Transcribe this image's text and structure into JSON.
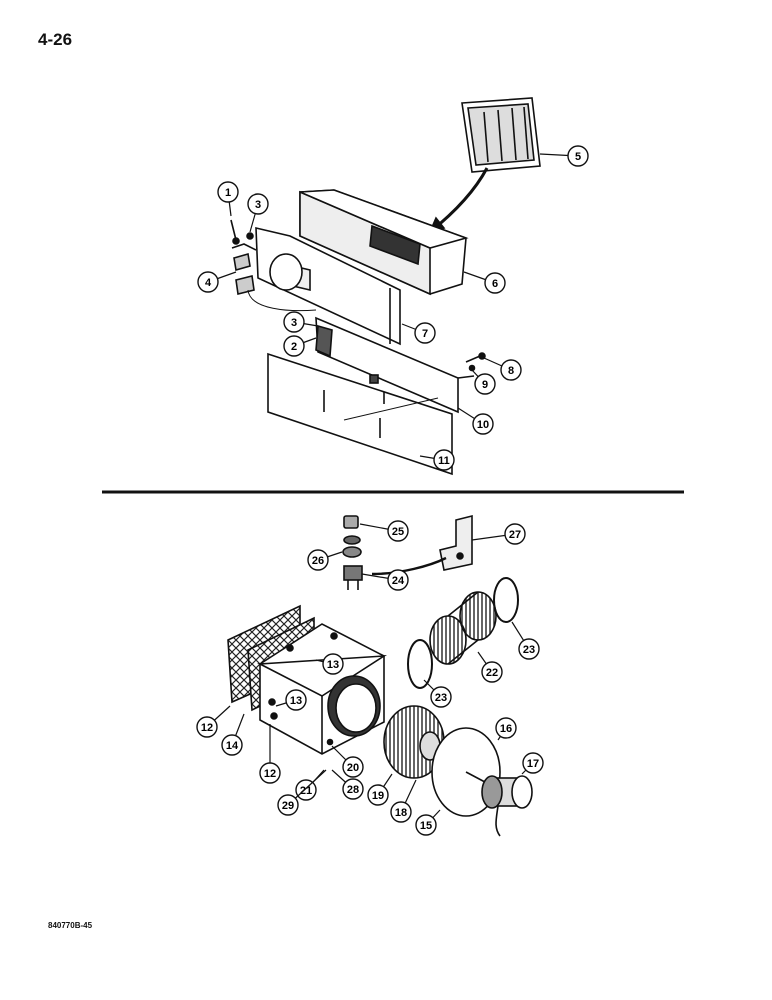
{
  "page_number": "4-26",
  "figure_id": "840770B-45",
  "callouts": [
    "1",
    "2",
    "3",
    "4",
    "5",
    "6",
    "7",
    "8",
    "9",
    "10",
    "11",
    "12",
    "13",
    "14",
    "15",
    "16",
    "17",
    "18",
    "19",
    "20",
    "21",
    "22",
    "23",
    "24",
    "25",
    "26",
    "27",
    "28",
    "29"
  ]
}
